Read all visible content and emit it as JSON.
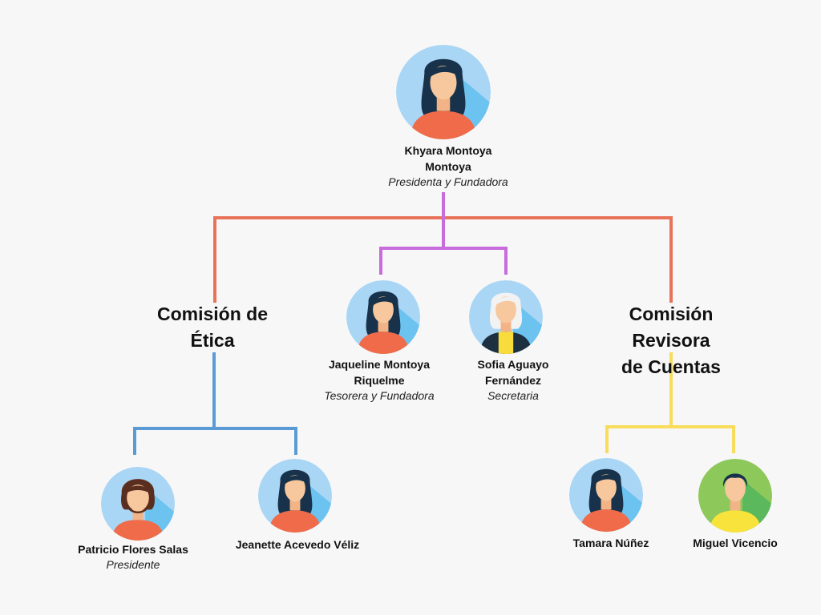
{
  "colors": {
    "background": "#f7f7f7",
    "top_line": "#e8735a",
    "founders_line": "#c86bdb",
    "etica_line": "#5b9bd5",
    "cuentas_line": "#f8dc5c",
    "avatar_bg": "#a9d6f5",
    "avatar_shadow": "#6cc3f0",
    "shirt": "#ef6b4a",
    "skin": "#f7c79d"
  },
  "root": {
    "name_line1": "Khyara Montoya",
    "name_line2": "Montoya",
    "role": "Presidenta y Fundadora",
    "icon": "woman-avatar-icon"
  },
  "founders": [
    {
      "name_line1": "Jaqueline Montoya",
      "name_line2": "Riquelme",
      "role": "Tesorera y Fundadora",
      "icon": "woman-avatar-icon"
    },
    {
      "name_line1": "Sofia Aguayo",
      "name_line2": "Fernández",
      "role": "Secretaria",
      "icon": "elder-woman-avatar-icon"
    }
  ],
  "groups": {
    "etica": {
      "title_line1": "Comisión de",
      "title_line2": "Ética",
      "members": [
        {
          "name": "Patricio Flores Salas",
          "role": "Presidente",
          "icon": "bearded-man-avatar-icon"
        },
        {
          "name": "Jeanette Acevedo Véliz",
          "role": "",
          "icon": "woman-avatar-icon"
        }
      ]
    },
    "cuentas": {
      "title_line1": "Comisión Revisora",
      "title_line2": "de Cuentas",
      "members": [
        {
          "name": "Tamara Núñez",
          "role": "",
          "icon": "woman-avatar-icon"
        },
        {
          "name": "Miguel Vicencio",
          "role": "",
          "icon": "man-avatar-icon"
        }
      ]
    }
  }
}
